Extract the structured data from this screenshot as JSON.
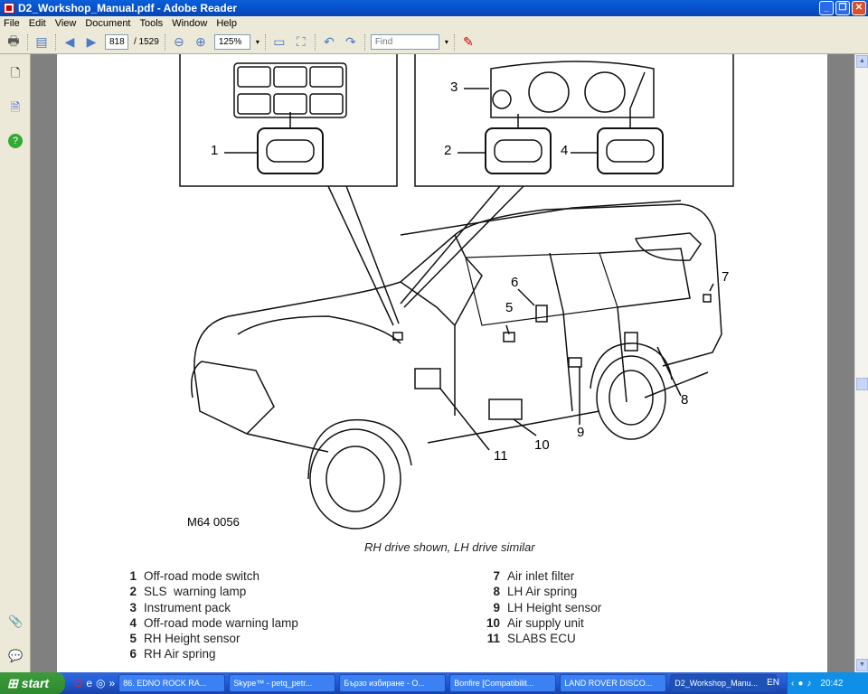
{
  "window": {
    "title": "D2_Workshop_Manual.pdf - Adobe Reader"
  },
  "menu": [
    "File",
    "Edit",
    "View",
    "Document",
    "Tools",
    "Window",
    "Help"
  ],
  "toolbar": {
    "page_current": "818",
    "page_total": "/ 1529",
    "zoom": "125%",
    "find_placeholder": "Find"
  },
  "diagram": {
    "callouts": [
      "1",
      "2",
      "3",
      "4",
      "5",
      "6",
      "7",
      "8",
      "9",
      "10",
      "11"
    ],
    "figure_id": "M64 0056",
    "caption": "RH drive shown, LH drive similar"
  },
  "legend": {
    "left": [
      {
        "n": "1",
        "label": "Off-road mode switch"
      },
      {
        "n": "2",
        "label": "SLS  warning lamp"
      },
      {
        "n": "3",
        "label": "Instrument pack"
      },
      {
        "n": "4",
        "label": "Off-road mode warning lamp"
      },
      {
        "n": "5",
        "label": "RH Height sensor"
      },
      {
        "n": "6",
        "label": "RH Air spring"
      }
    ],
    "right": [
      {
        "n": "7",
        "label": "Air inlet filter"
      },
      {
        "n": "8",
        "label": "LH Air spring"
      },
      {
        "n": "9",
        "label": "LH Height sensor"
      },
      {
        "n": "10",
        "label": "Air supply unit"
      },
      {
        "n": "11",
        "label": "SLABS ECU"
      }
    ]
  },
  "taskbar": {
    "start": "start",
    "tasks": [
      "86. EDNO ROCK RA...",
      "Skype™ - petq_petr...",
      "Бързо избиране - O...",
      "Bonfire [Compatibilit...",
      "LAND ROVER DISCO...",
      "D2_Workshop_Manu..."
    ],
    "lang": "EN",
    "clock": "20:42"
  }
}
